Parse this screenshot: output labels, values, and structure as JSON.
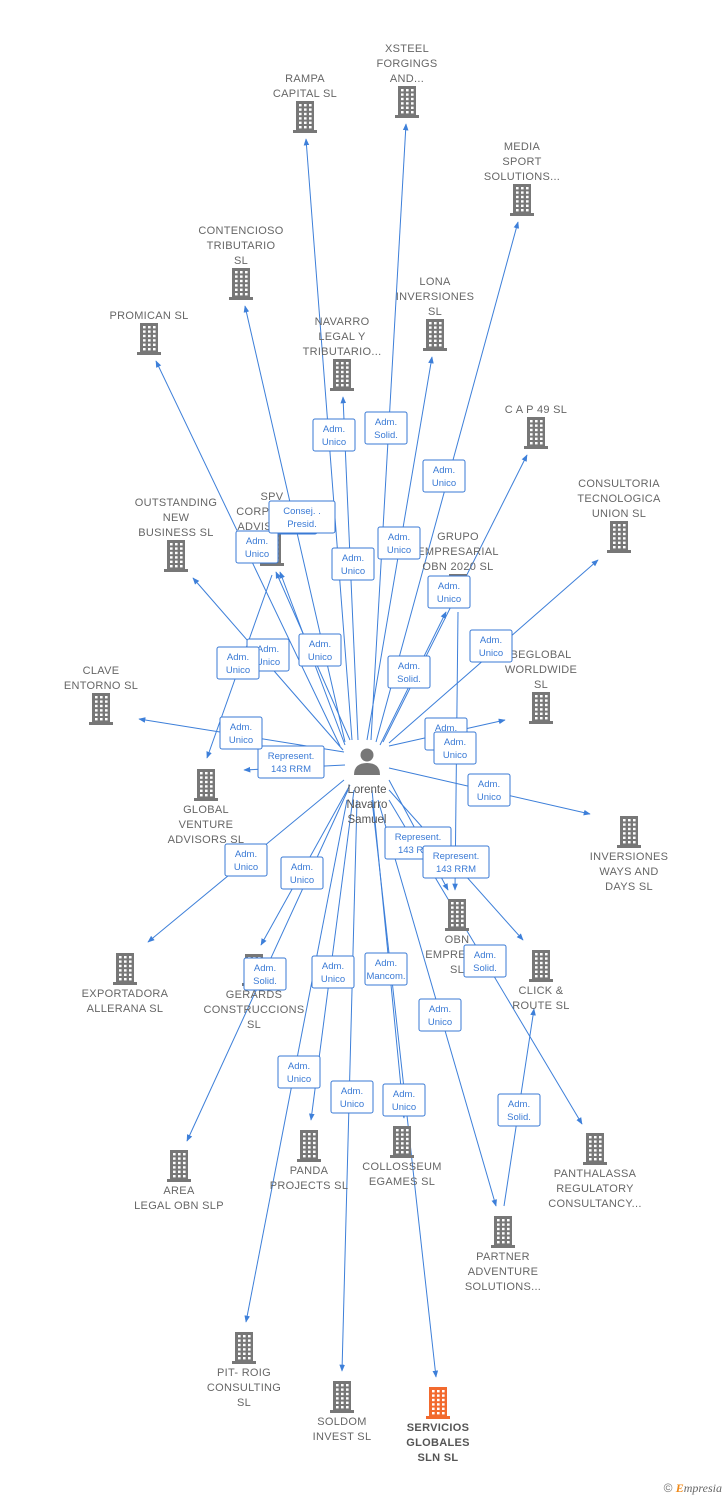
{
  "center": {
    "id": "lorente",
    "label": [
      "Lorente",
      "Navarro",
      "Samuel"
    ]
  },
  "nodes": [
    {
      "id": "rampa",
      "label": [
        "RAMPA",
        "CAPITAL  SL"
      ]
    },
    {
      "id": "xsteel",
      "label": [
        "XSTEEL",
        "FORGINGS",
        "AND..."
      ]
    },
    {
      "id": "media",
      "label": [
        "MEDIA",
        "SPORT",
        "SOLUTIONS..."
      ]
    },
    {
      "id": "contencioso",
      "label": [
        "CONTENCIOSO",
        "TRIBUTARIO",
        "SL"
      ]
    },
    {
      "id": "lona",
      "label": [
        "LONA",
        "INVERSIONES",
        "SL"
      ]
    },
    {
      "id": "promican",
      "label": [
        "PROMICAN  SL"
      ]
    },
    {
      "id": "navarro",
      "label": [
        "NAVARRO",
        "LEGAL Y",
        "TRIBUTARIO..."
      ]
    },
    {
      "id": "cap49",
      "label": [
        "C A P 49 SL"
      ]
    },
    {
      "id": "consultoria",
      "label": [
        "CONSULTORIA",
        "TECNOLOGICA",
        "UNION  SL"
      ]
    },
    {
      "id": "outstanding",
      "label": [
        "OUTSTANDING",
        "NEW",
        "BUSINESS  SL"
      ]
    },
    {
      "id": "spv",
      "label": [
        "SPV",
        "CORPORATE",
        "ADVISORS..."
      ]
    },
    {
      "id": "grupo",
      "label": [
        "GRUPO",
        "EMPRESARIAL",
        "OBN 2020  SL"
      ]
    },
    {
      "id": "beglobal",
      "label": [
        "BEGLOBAL",
        "WORLDWIDE",
        "SL"
      ]
    },
    {
      "id": "clave",
      "label": [
        "CLAVE",
        "ENTORNO  SL"
      ]
    },
    {
      "id": "global",
      "label": [
        "GLOBAL",
        "VENTURE",
        "ADVISORS  SL"
      ]
    },
    {
      "id": "inversiones",
      "label": [
        "INVERSIONES",
        "WAYS AND",
        "DAYS  SL"
      ]
    },
    {
      "id": "obn",
      "label": [
        "OBN",
        "EMPRESAS",
        "SL"
      ]
    },
    {
      "id": "click",
      "label": [
        "CLICK &",
        "ROUTE  SL"
      ]
    },
    {
      "id": "exportadora",
      "label": [
        "EXPORTADORA",
        "ALLERANA  SL"
      ]
    },
    {
      "id": "gerards",
      "label": [
        "GERARDS",
        "CONSTRUCCIONS",
        "SL"
      ]
    },
    {
      "id": "area",
      "label": [
        "AREA",
        "LEGAL OBN  SLP"
      ]
    },
    {
      "id": "panda",
      "label": [
        "PANDA",
        "PROJECTS  SL"
      ]
    },
    {
      "id": "collosseum",
      "label": [
        "COLLOSSEUM",
        "EGAMES  SL"
      ]
    },
    {
      "id": "panthalassa",
      "label": [
        "PANTHALASSA",
        "REGULATORY",
        "CONSULTANCY..."
      ]
    },
    {
      "id": "partner",
      "label": [
        "PARTNER",
        "ADVENTURE",
        "SOLUTIONS..."
      ]
    },
    {
      "id": "pitroig",
      "label": [
        "PIT- ROIG",
        "CONSULTING",
        "SL"
      ]
    },
    {
      "id": "soldom",
      "label": [
        "SOLDOM",
        "INVEST  SL"
      ]
    },
    {
      "id": "servicios",
      "label": [
        "SERVICIOS",
        "GLOBALES",
        "SLN  SL"
      ],
      "highlight": true
    }
  ],
  "edges": [
    {
      "to": "rampa",
      "label": [
        "Adm.",
        "Unico"
      ]
    },
    {
      "to": "xsteel",
      "label": [
        "Adm.",
        "Solid."
      ]
    },
    {
      "to": "media",
      "label": [
        "Adm.",
        "Unico"
      ]
    },
    {
      "to": "contencioso",
      "label": [
        "Adm.",
        "Unico"
      ]
    },
    {
      "to": "lona",
      "label": [
        "Adm.",
        "Unico"
      ]
    },
    {
      "to": "promican",
      "label": [
        "Adm.",
        "Unico"
      ]
    },
    {
      "to": "navarro",
      "label": [
        "Adm.",
        "Unico"
      ]
    },
    {
      "to": "cap49",
      "label": [
        "Adm.",
        "Unico"
      ]
    },
    {
      "to": "consultoria",
      "label": [
        "Adm.",
        "Unico"
      ]
    },
    {
      "to": "outstanding",
      "label": [
        "Adm.",
        "Unico"
      ]
    },
    {
      "to": "spv",
      "label": [
        "Consej. .",
        "Presid."
      ]
    },
    {
      "to": "spv",
      "label": [
        "Adm.",
        "Unico"
      ]
    },
    {
      "to": "grupo",
      "label": [
        "Adm.",
        "Solid."
      ]
    },
    {
      "to": "beglobal",
      "label": [
        "Adm.",
        "Unico"
      ]
    },
    {
      "to": "clave",
      "label": [
        "Adm.",
        "Unico"
      ]
    },
    {
      "to": "global",
      "label": [
        "Represent.",
        "143 RRM"
      ]
    },
    {
      "to": "global",
      "label": [
        "Adm.",
        "Unico"
      ]
    },
    {
      "to": "inversiones",
      "label": [
        "Adm.",
        "Unico"
      ]
    },
    {
      "to": "obn",
      "label": [
        "Adm.",
        "Unico"
      ]
    },
    {
      "to": "obn",
      "label": [
        "Represent.",
        "143 RRM"
      ]
    },
    {
      "to": "click",
      "label": [
        "Represent.",
        "143 RRM"
      ]
    },
    {
      "to": "exportadora",
      "label": [
        "Adm.",
        "Unico"
      ]
    },
    {
      "to": "gerards",
      "label": [
        "Adm.",
        "Unico"
      ]
    },
    {
      "to": "area",
      "label": [
        "Adm.",
        "Solid."
      ]
    },
    {
      "to": "panda",
      "label": [
        "Adm.",
        "Unico"
      ]
    },
    {
      "to": "collosseum",
      "label": [
        "Adm.",
        "Mancom."
      ]
    },
    {
      "to": "panthalassa",
      "label": [
        "Adm.",
        "Solid."
      ]
    },
    {
      "to": "partner",
      "label": [
        "Adm.",
        "Unico"
      ]
    },
    {
      "to": "pitroig",
      "label": [
        "Adm.",
        "Unico"
      ]
    },
    {
      "to": "soldom",
      "label": [
        "Adm.",
        "Unico"
      ]
    },
    {
      "to": "servicios",
      "label": [
        "Adm.",
        "Unico"
      ]
    },
    {
      "from": "partner",
      "to": "click",
      "label": [
        "Adm.",
        "Solid."
      ]
    }
  ],
  "colors": {
    "node": "#777777",
    "highlight": "#f26a2e",
    "edge": "#3d7fd9",
    "person": "#777777"
  },
  "footer": {
    "copyright": "©",
    "brand_first": "E",
    "brand_rest": "mpresia"
  }
}
